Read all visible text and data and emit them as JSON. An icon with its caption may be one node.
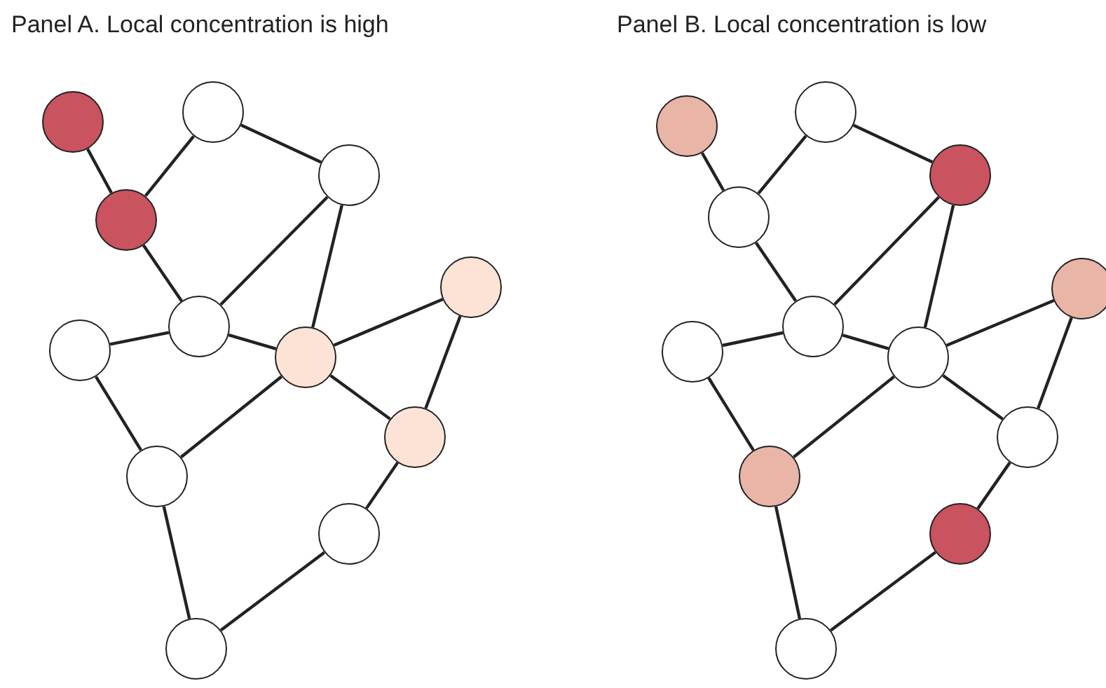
{
  "diagram": {
    "nodes": [
      {
        "text": [],
        "shape": "circle"
      },
      {
        "text": [],
        "shape": "circle"
      },
      {
        "text": [],
        "shape": "circle"
      },
      {
        "text": [],
        "shape": "circle"
      },
      {
        "text": [],
        "shape": "circle"
      },
      {
        "text": [],
        "shape": "circle"
      },
      {
        "text": [],
        "shape": "circle"
      },
      {
        "text": [],
        "shape": "circle"
      },
      {
        "text": [],
        "shape": "circle"
      },
      {
        "text": [],
        "shape": "circle"
      },
      {
        "text": [],
        "shape": "circle"
      },
      {
        "text": [],
        "shape": "circle"
      },
      {
        "text": [],
        "shape": "circle"
      },
      {
        "text": [],
        "shape": "circle"
      },
      {
        "text": [],
        "shape": "circle"
      },
      {
        "text": [],
        "shape": "circle"
      },
      {
        "text": [],
        "shape": "circle"
      },
      {
        "text": [],
        "shape": "circle"
      },
      {
        "text": [],
        "shape": "circle"
      },
      {
        "text": [],
        "shape": "circle"
      },
      {
        "text": [],
        "shape": "circle"
      },
      {
        "text": [],
        "shape": "circle"
      },
      {
        "text": [],
        "shape": "circle"
      },
      {
        "text": [],
        "shape": "circle"
      }
    ],
    "edges": [
      {
        "from": 0,
        "to": 2,
        "arrow": "none"
      },
      {
        "from": 2,
        "to": 1,
        "arrow": "none"
      },
      {
        "from": 1,
        "to": 3,
        "arrow": "none"
      },
      {
        "from": 2,
        "to": 5,
        "arrow": "none"
      },
      {
        "from": 3,
        "to": 5,
        "arrow": "none"
      },
      {
        "from": 3,
        "to": 7,
        "arrow": "none"
      },
      {
        "from": 6,
        "to": 5,
        "arrow": "none"
      },
      {
        "from": 5,
        "to": 7,
        "arrow": "none"
      },
      {
        "from": 7,
        "to": 4,
        "arrow": "none"
      },
      {
        "from": 4,
        "to": 8,
        "arrow": "none"
      },
      {
        "from": 7,
        "to": 8,
        "arrow": "none"
      },
      {
        "from": 6,
        "to": 9,
        "arrow": "none"
      },
      {
        "from": 9,
        "to": 7,
        "arrow": "none"
      },
      {
        "from": 8,
        "to": 10,
        "arrow": "none"
      },
      {
        "from": 9,
        "to": 11,
        "arrow": "none"
      },
      {
        "from": 11,
        "to": 10,
        "arrow": "none"
      },
      {
        "from": 12,
        "to": 14,
        "arrow": "none"
      },
      {
        "from": 14,
        "to": 13,
        "arrow": "none"
      },
      {
        "from": 13,
        "to": 15,
        "arrow": "none"
      },
      {
        "from": 14,
        "to": 17,
        "arrow": "none"
      },
      {
        "from": 15,
        "to": 17,
        "arrow": "none"
      },
      {
        "from": 15,
        "to": 19,
        "arrow": "none"
      },
      {
        "from": 18,
        "to": 17,
        "arrow": "none"
      },
      {
        "from": 17,
        "to": 19,
        "arrow": "none"
      },
      {
        "from": 19,
        "to": 16,
        "arrow": "none"
      },
      {
        "from": 16,
        "to": 20,
        "arrow": "none"
      },
      {
        "from": 19,
        "to": 20,
        "arrow": "none"
      },
      {
        "from": 18,
        "to": 21,
        "arrow": "none"
      },
      {
        "from": 21,
        "to": 19,
        "arrow": "none"
      },
      {
        "from": 20,
        "to": 22,
        "arrow": "none"
      },
      {
        "from": 21,
        "to": 23,
        "arrow": "none"
      },
      {
        "from": 23,
        "to": 22,
        "arrow": "none"
      }
    ],
    "labels": [
      "Panel A. Local concentration is high",
      "Panel B. Local concentration is low"
    ]
  }
}
